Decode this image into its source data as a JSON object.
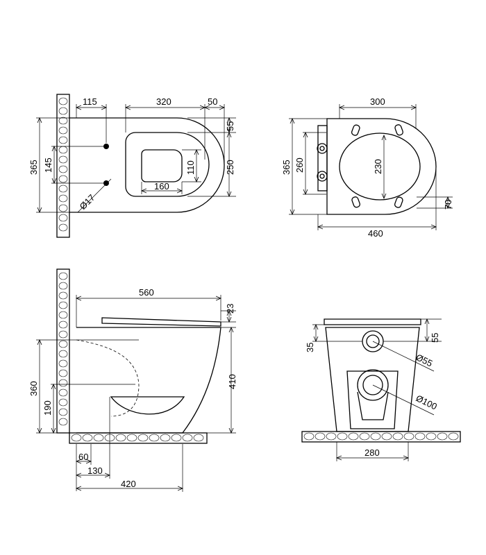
{
  "views": {
    "top": {
      "dims": {
        "d115": "115",
        "d320": "320",
        "d50": "50",
        "d55": "55",
        "d365": "365",
        "d145": "145",
        "d250": "250",
        "d110": "110",
        "d160": "160",
        "d17": "Ø17"
      }
    },
    "seat_top": {
      "dims": {
        "d300": "300",
        "d365": "365",
        "d260": "260",
        "d230": "230",
        "d70": "70",
        "d460": "460"
      }
    },
    "side": {
      "dims": {
        "d560": "560",
        "d23": "23",
        "d360": "360",
        "d190": "190",
        "d410": "410",
        "d60": "60",
        "d130": "130",
        "d420": "420"
      }
    },
    "rear": {
      "dims": {
        "d35": "35",
        "d55": "55",
        "d55dia": "Ø55",
        "d100dia": "Ø100",
        "d280": "280"
      }
    }
  }
}
